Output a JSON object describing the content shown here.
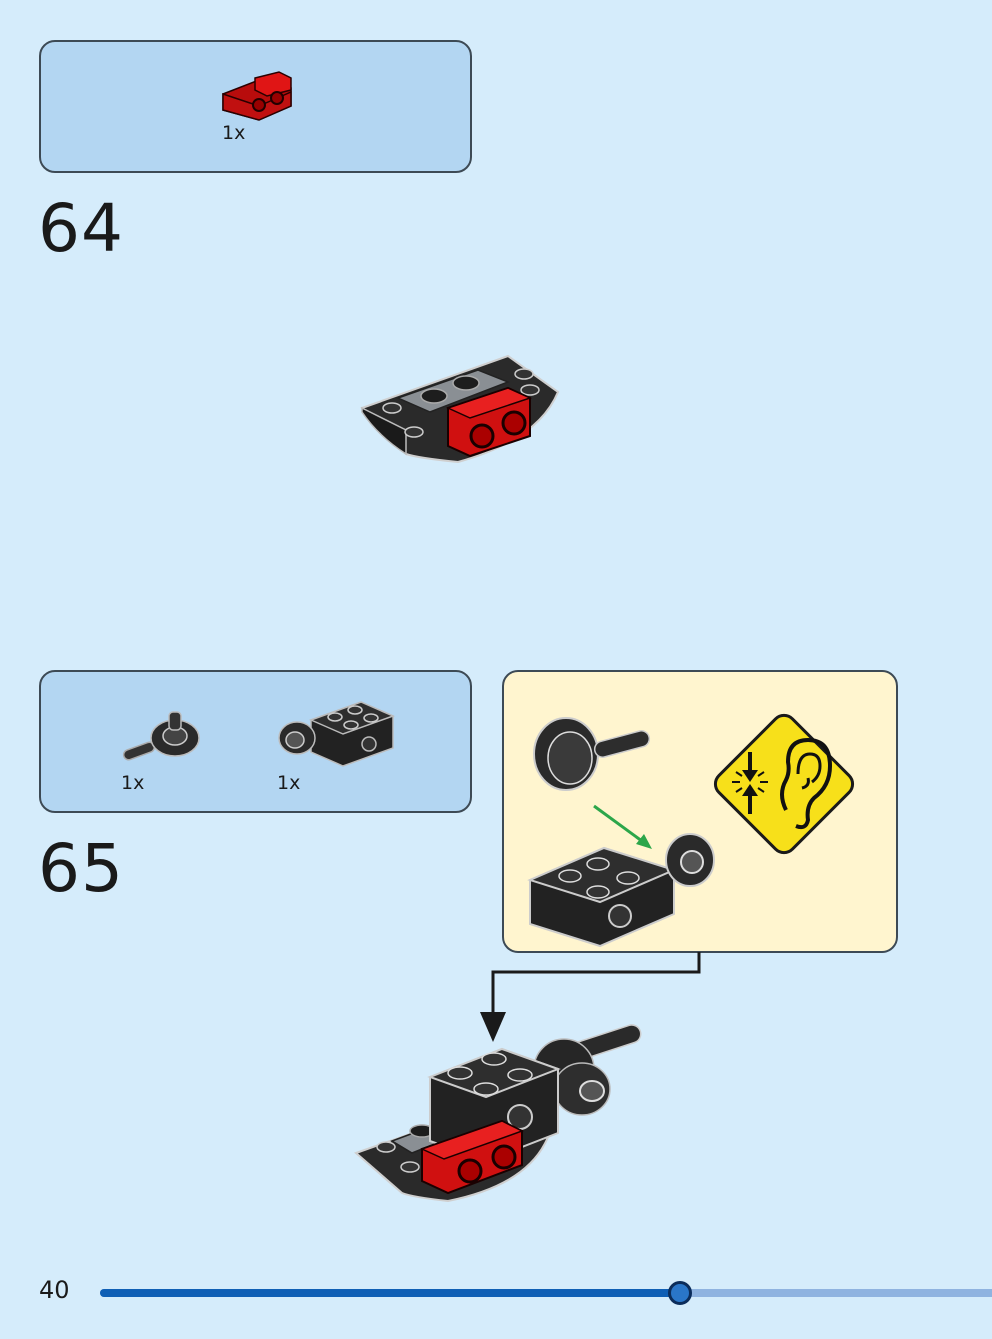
{
  "steps": [
    {
      "number": "64",
      "parts": [
        {
          "name": "red bracket plate",
          "qty": "1x"
        }
      ]
    },
    {
      "number": "65",
      "parts": [
        {
          "name": "ball joint socket",
          "qty": "1x"
        },
        {
          "name": "brick with ball joint",
          "qty": "1x"
        }
      ],
      "callout": {
        "icon": "click-sound-icon"
      }
    }
  ],
  "footer": {
    "page_number": "40",
    "progress_fraction": 0.65
  },
  "colors": {
    "page_bg": "#d5ecfb",
    "parts_box_bg": "#b3d6f2",
    "callout_bg": "#fff5cf",
    "brick_red": "#d01010",
    "brick_black": "#222222",
    "brick_gray": "#8a8f94",
    "warning_yellow": "#f7e01a",
    "progress_fill": "#0f5fb5",
    "progress_track": "#8fb3e0"
  }
}
